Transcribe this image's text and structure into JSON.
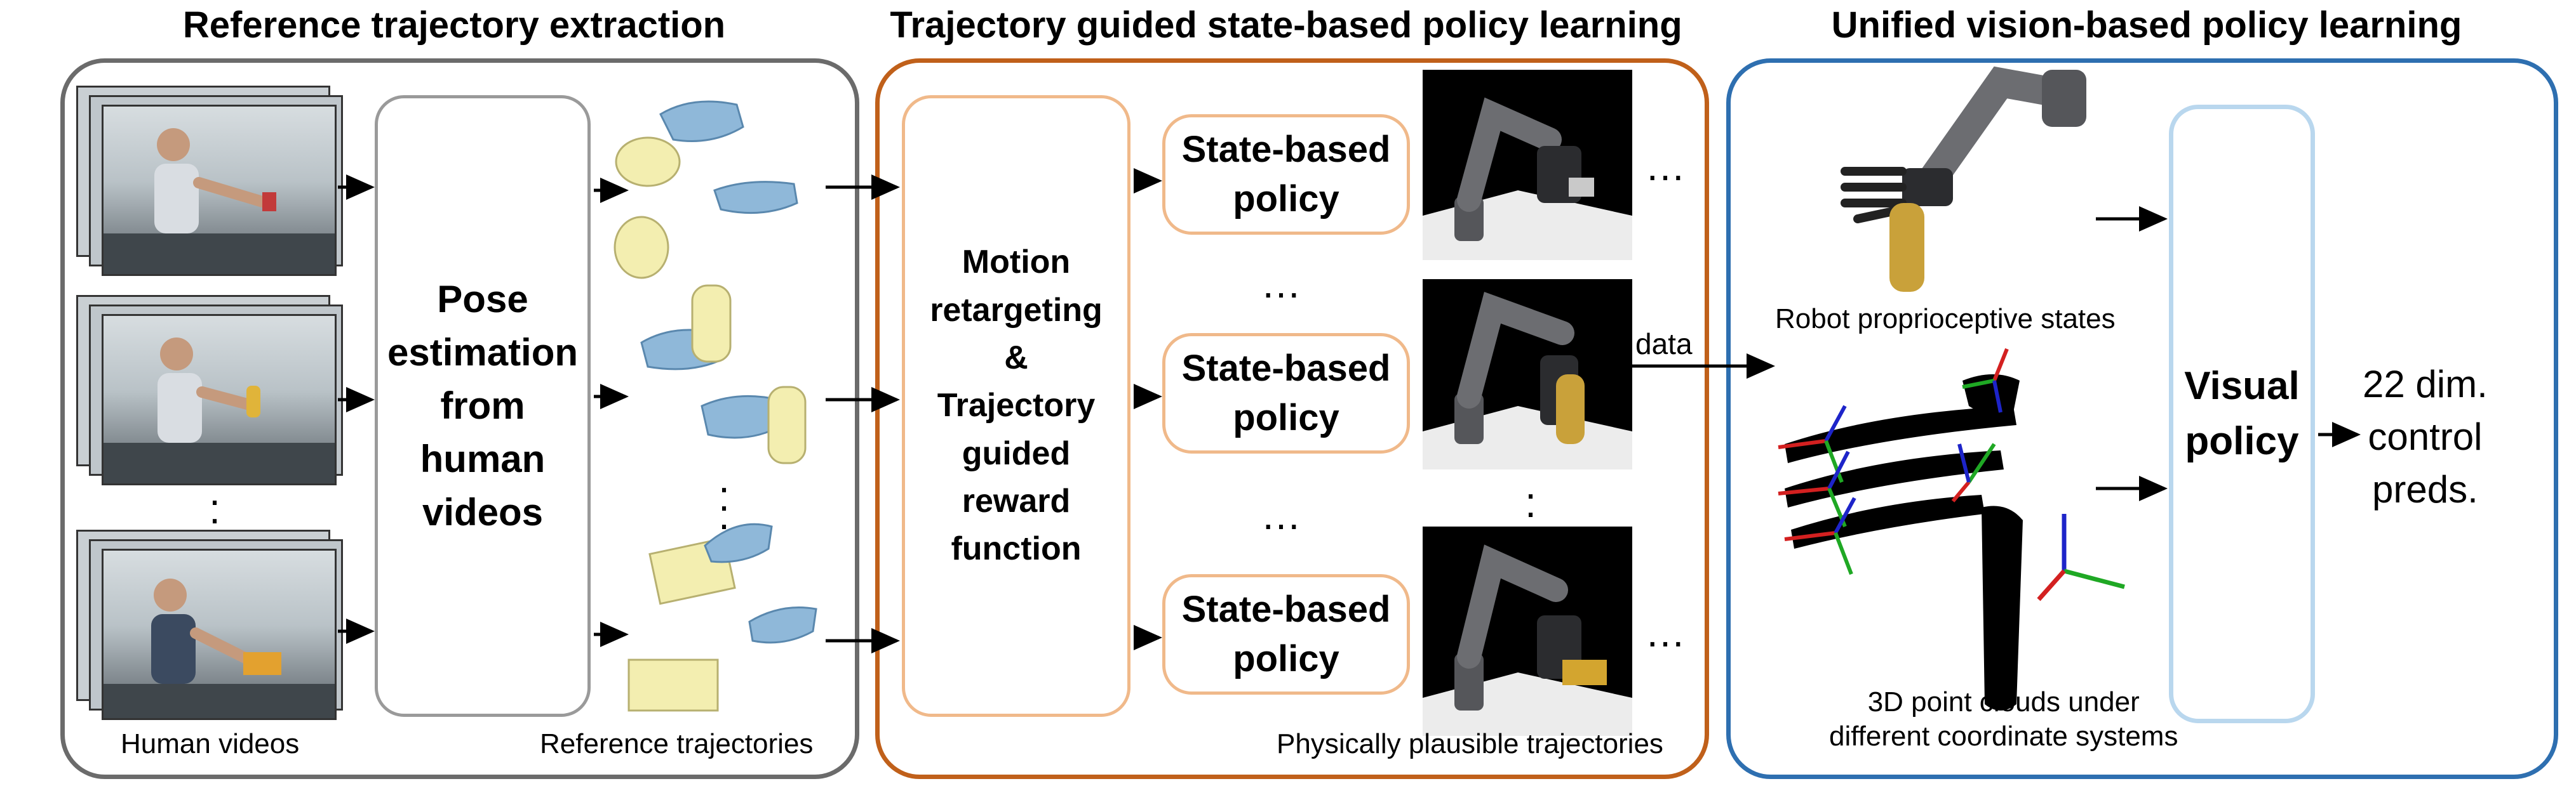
{
  "sections": {
    "extraction_title": "Reference trajectory extraction",
    "state_title": "Trajectory guided state-based policy learning",
    "vision_title": "Unified vision-based policy learning"
  },
  "extraction": {
    "pose_box": "Pose\nestimation\nfrom\nhuman\nvideos",
    "human_videos_caption": "Human videos",
    "reference_caption": "Reference trajectories"
  },
  "state_learning": {
    "motion_box": "Motion\nretargeting\n&\nTrajectory\nguided\nreward\nfunction",
    "policy_label": "State-based\npolicy",
    "ellipsis": "…",
    "physically_caption": "Physically plausible trajectories"
  },
  "vision": {
    "data_label": "data",
    "proprio_caption": "Robot proprioceptive states",
    "pointcloud_caption": "3D point clouds under\ndifferent coordinate systems",
    "visual_box": "Visual\npolicy",
    "output_label": "22 dim.\ncontrol\npreds."
  },
  "colors": {
    "extraction_border": "#6b6b6b",
    "state_border": "#c0601a",
    "state_inner_border": "#f0b98a",
    "vision_border": "#2e6fb0",
    "vision_inner_border": "#b9d7ee",
    "hand": "#8fb8d9",
    "object": "#f3eeb0",
    "robot": "#55565a"
  },
  "icons": {
    "human_video": "video-frame-icon",
    "hand": "hand-mesh-icon",
    "robot": "robot-arm-icon",
    "point_cloud": "point-cloud-icon",
    "axes": "coordinate-axes-icon"
  }
}
